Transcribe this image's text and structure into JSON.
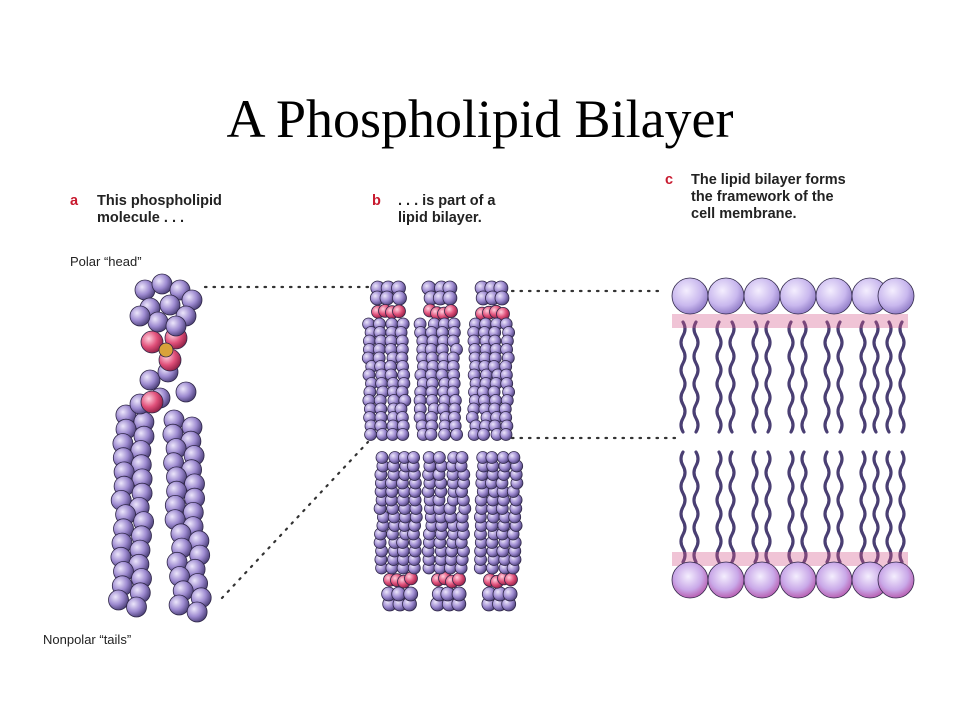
{
  "title": "A Phospholipid Bilayer",
  "panels": [
    {
      "letter": "a",
      "lines": [
        "This phospholipid",
        "molecule . . ."
      ]
    },
    {
      "letter": "b",
      "lines": [
        ". . . is part of a",
        "lipid bilayer."
      ]
    },
    {
      "letter": "c",
      "lines": [
        "The lipid bilayer forms",
        "the framework of the",
        "cell membrane."
      ]
    }
  ],
  "labels": {
    "head": "Polar “head”",
    "tails": "Nonpolar “tails”"
  },
  "colors": {
    "atom": "#9d8ad0",
    "atom_dark": "#3f3560",
    "polar_atom": "#e0507a",
    "phosphate": "#d9a23a",
    "head_sphere": "#c9b8ee",
    "tail_stroke": "#4a3f73"
  }
}
